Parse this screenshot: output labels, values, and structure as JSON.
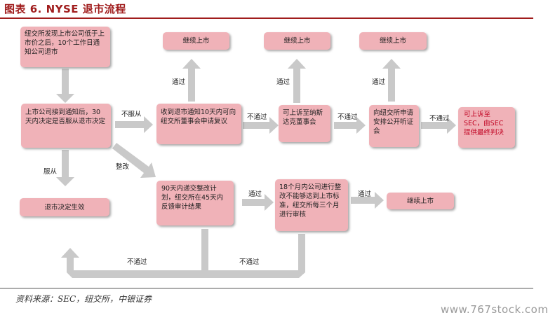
{
  "title": "图表 6. NYSE 退市流程",
  "source": "资料来源：SEC，纽交所，中银证券",
  "watermark": "www.767stock.com",
  "nodes": {
    "n1": "纽交所发现上市公司低于上市价之后，10个工作日通知公司退市",
    "n2": "上市公司接到通知后，30天内决定是否服从退市决定",
    "n3": "退市决定生效",
    "n4": "收到退市通知10天内可向纽交所董事会申请复议",
    "n5": "继续上市",
    "n6": "可上诉至纳斯达克董事会",
    "n7": "继续上市",
    "n8": "向纽交所申请安排公开听证会",
    "n9": "继续上市",
    "n10": "可上诉至SEC，由SEC提供最终判决",
    "n11": "90天内递交整改计划，纽交所在45天内反馈审计结果",
    "n12": "18个月内公司进行整改不能够达到上市标准，纽交所每三个月进行审核",
    "n13": "继续上市"
  },
  "edge_labels": {
    "not_comply": "不服从",
    "comply": "服从",
    "rectify": "整改",
    "pass1": "通过",
    "pass2": "通过",
    "pass3": "通过",
    "pass4": "通过",
    "fail1": "不通过",
    "fail2": "不通过",
    "fail3": "不通过",
    "fail4": "不通过",
    "fail5": "不通过"
  },
  "colors": {
    "box": "#f0b2b8",
    "arrow": "#c9c9c9",
    "title": "#a01c1c",
    "red_text": "#c00020"
  }
}
